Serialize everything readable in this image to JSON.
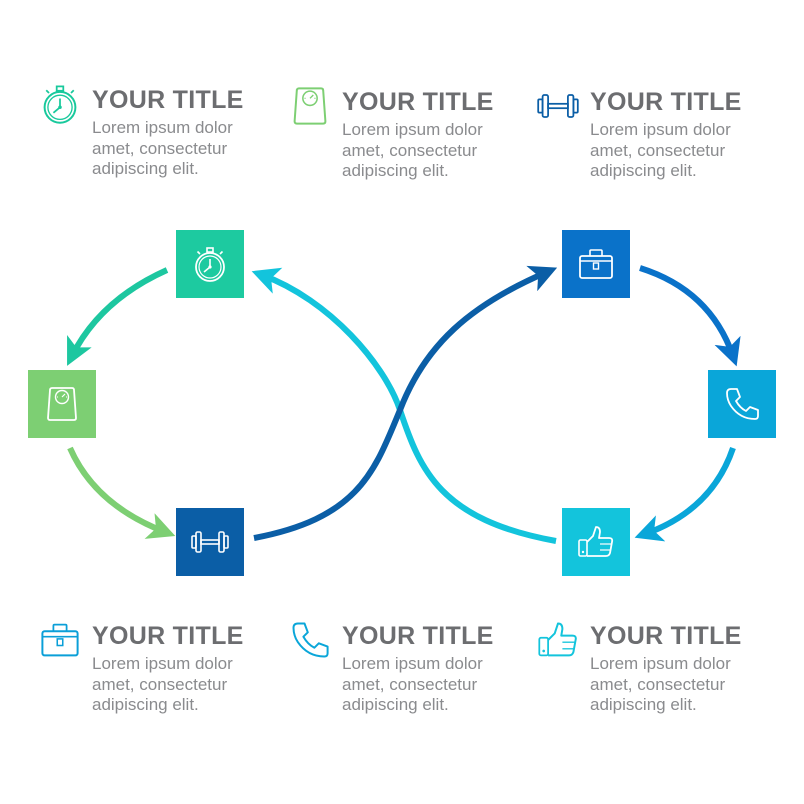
{
  "colors": {
    "teal_green": "#18c99c",
    "light_green": "#7dcf73",
    "dark_blue": "#0b5ea6",
    "mid_blue": "#0a72c9",
    "sky_blue": "#0aa6d9",
    "cyan": "#13c4dc",
    "title_gray": "#6c6d70",
    "text_gray": "#8a8b8e"
  },
  "nodes": [
    {
      "id": "stopwatch",
      "icon": "stopwatch-icon",
      "color": "#1dcaa0"
    },
    {
      "id": "scale",
      "icon": "scale-icon",
      "color": "#7dcf73"
    },
    {
      "id": "dumbbell",
      "icon": "dumbbell-icon",
      "color": "#0b5ea6"
    },
    {
      "id": "briefcase",
      "icon": "briefcase-icon",
      "color": "#0a72c9"
    },
    {
      "id": "phone",
      "icon": "phone-icon",
      "color": "#0aa6d9"
    },
    {
      "id": "thumbs-up",
      "icon": "thumbs-up-icon",
      "color": "#13c4dc"
    }
  ],
  "cards": [
    {
      "icon": "stopwatch-icon",
      "color": "#18c99c",
      "title": "YOUR TITLE",
      "lines": [
        "Lorem ipsum dolor",
        "amet, consectetur",
        "adipiscing elit."
      ]
    },
    {
      "icon": "scale-icon",
      "color": "#7dcf73",
      "title": "YOUR TITLE",
      "lines": [
        "Lorem ipsum dolor",
        "amet, consectetur",
        "adipiscing elit."
      ]
    },
    {
      "icon": "dumbbell-icon",
      "color": "#0b5ea6",
      "title": "YOUR TITLE",
      "lines": [
        "Lorem ipsum dolor",
        "amet, consectetur",
        "adipiscing elit."
      ]
    },
    {
      "icon": "briefcase-icon",
      "color": "#0a9fd8",
      "title": "YOUR TITLE",
      "lines": [
        "Lorem ipsum dolor",
        "amet, consectetur",
        "adipiscing elit."
      ]
    },
    {
      "icon": "phone-icon",
      "color": "#0aa6d9",
      "title": "YOUR TITLE",
      "lines": [
        "Lorem ipsum dolor",
        "amet, consectetur",
        "adipiscing elit."
      ]
    },
    {
      "icon": "thumbs-up-icon",
      "color": "#13c4dc",
      "title": "YOUR TITLE",
      "lines": [
        "Lorem ipsum dolor",
        "amet, consectetur",
        "adipiscing elit."
      ]
    }
  ]
}
